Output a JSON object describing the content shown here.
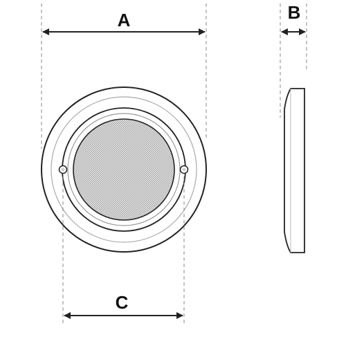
{
  "labels": {
    "a": "A",
    "b": "B",
    "c": "C"
  },
  "colors": {
    "line": "#222222",
    "light_line": "#9a9a9a",
    "mesh_fill": "#d9d9d9",
    "background": "#ffffff"
  }
}
